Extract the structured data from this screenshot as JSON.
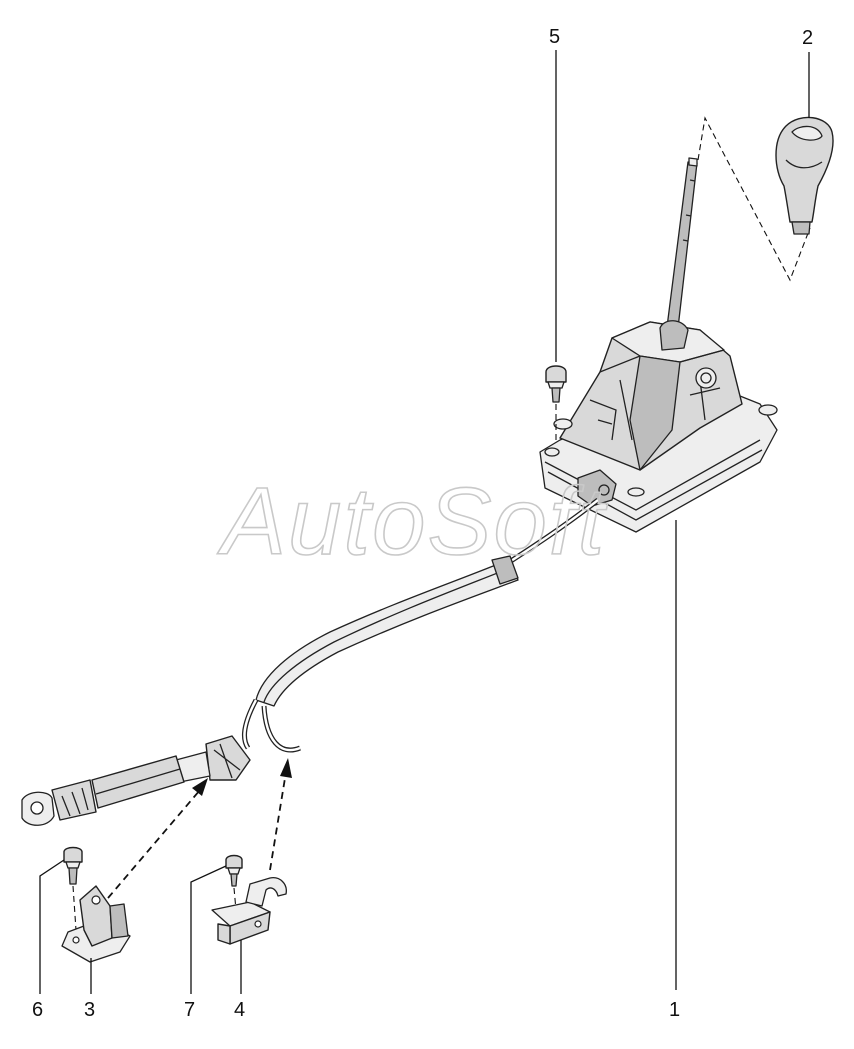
{
  "watermark": {
    "text": "AutoSoft"
  },
  "callouts": [
    {
      "id": "1",
      "label": "1"
    },
    {
      "id": "2",
      "label": "2"
    },
    {
      "id": "3",
      "label": "3"
    },
    {
      "id": "4",
      "label": "4"
    },
    {
      "id": "5",
      "label": "5"
    },
    {
      "id": "6",
      "label": "6"
    },
    {
      "id": "7",
      "label": "7"
    }
  ],
  "colors": {
    "line": "#222222",
    "fill": "#d9d9d9",
    "watermark": "#c9c9c9"
  },
  "parts": [
    {
      "callout": "1",
      "icon": "gear-selector-housing-icon"
    },
    {
      "callout": "2",
      "icon": "shift-knob-icon"
    },
    {
      "callout": "3",
      "icon": "cable-support-bracket-icon"
    },
    {
      "callout": "4",
      "icon": "cable-retaining-clip-icon"
    },
    {
      "callout": "5",
      "icon": "bolt-icon"
    },
    {
      "callout": "6",
      "icon": "bolt-icon"
    },
    {
      "callout": "7",
      "icon": "bolt-icon"
    }
  ]
}
